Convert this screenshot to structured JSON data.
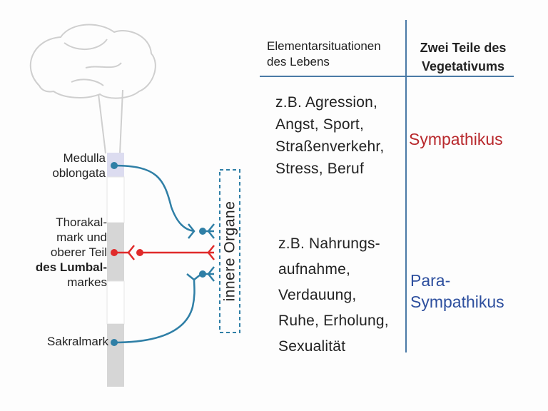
{
  "spinal_labels": {
    "medulla_1": "Medulla",
    "medulla_2": "oblongata",
    "thorakal_1": "Thorakal-",
    "thorakal_2": "mark und",
    "thorakal_3": "oberer Teil",
    "thorakal_4": "des Lumbal-",
    "thorakal_5": "markes",
    "sakral": "Sakralmark"
  },
  "organ_label": "innere Organe",
  "table": {
    "header_left_1": "Elementarsituationen",
    "header_left_2": "des Lebens",
    "header_right_1": "Zwei Teile des",
    "header_right_2": "Vegetativums",
    "row1_situations": [
      "z.B. Agression,",
      "Angst, Sport,",
      "Straßenverkehr,",
      "Stress, Beruf"
    ],
    "row1_part": "Sympathikus",
    "row2_situations": [
      "z.B. Nahrungs-",
      "aufnahme,",
      "Verdauung,",
      "Ruhe, Erholung,",
      "Sexualität"
    ],
    "row2_part_1": "Para-",
    "row2_part_2": "Sympathikus"
  },
  "colors": {
    "sympathetic": "#e02a2a",
    "parasympathetic": "#2f7fa6",
    "spine": "#d8d8d8",
    "brain_outline": "#c8c8c8"
  }
}
